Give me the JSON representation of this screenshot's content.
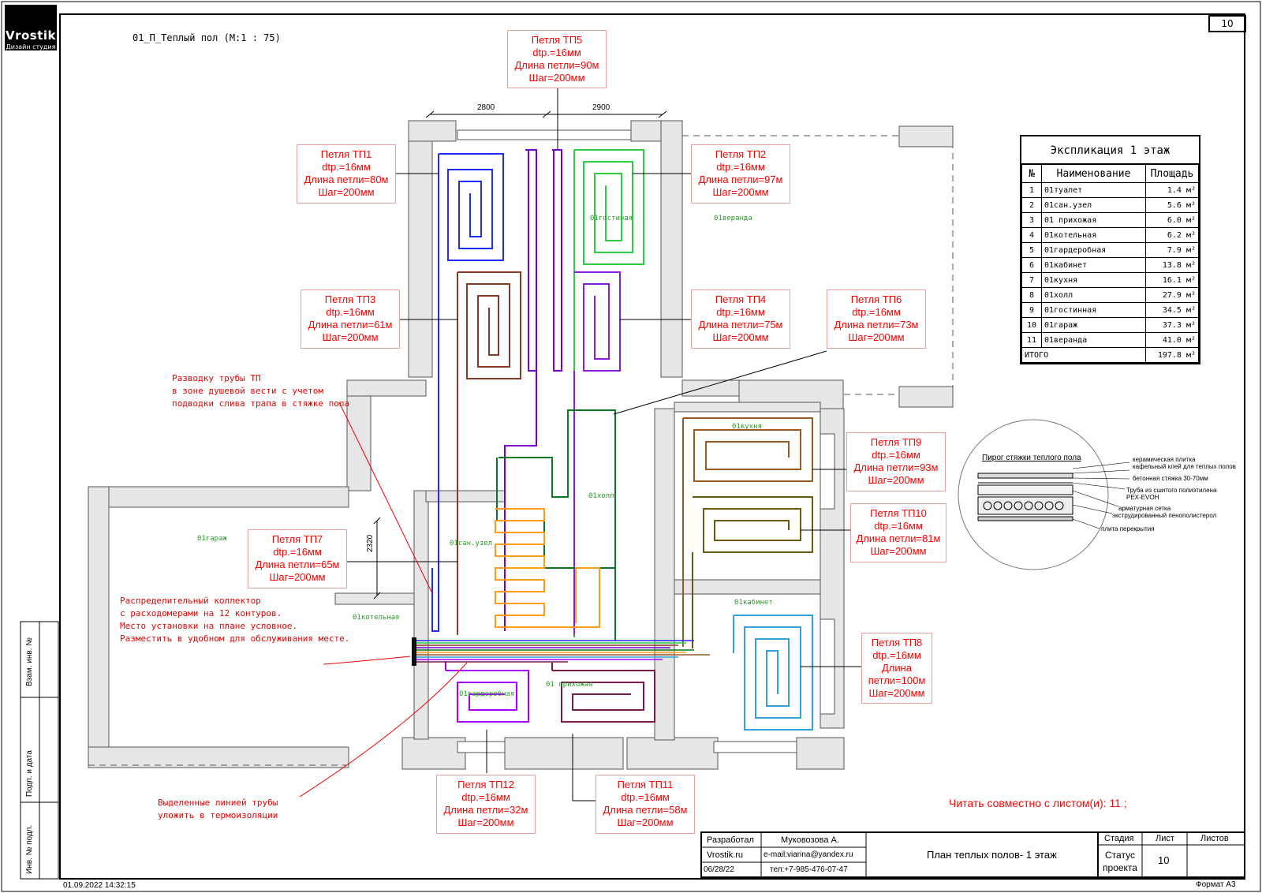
{
  "brand": {
    "name": "Vrostik",
    "subtitle": "Дизайн студия"
  },
  "drawing_title": "01_П_Теплый пол (M:1 : 75)",
  "sheet_number": "10",
  "dimensions": {
    "d1": "2800",
    "d2": "2900",
    "d3": "2320"
  },
  "loops": [
    {
      "id": "tp1",
      "title": "Петля ТП1",
      "lines": [
        "dtp.=16мм",
        "Длина петли=80м",
        "Шаг=200мм"
      ]
    },
    {
      "id": "tp2",
      "title": "Петля ТП2",
      "lines": [
        "dtp.=16мм",
        "Длина петли=97м",
        "Шаг=200мм"
      ]
    },
    {
      "id": "tp3",
      "title": "Петля ТП3",
      "lines": [
        "dtp.=16мм",
        "Длина петли=61м",
        "Шаг=200мм"
      ]
    },
    {
      "id": "tp4",
      "title": "Петля ТП4",
      "lines": [
        "dtp.=16мм",
        "Длина петли=75м",
        "Шаг=200мм"
      ]
    },
    {
      "id": "tp5",
      "title": "Петля ТП5",
      "lines": [
        "dtp.=16мм",
        "Длина петли=90м",
        "Шаг=200мм"
      ]
    },
    {
      "id": "tp6",
      "title": "Петля ТП6",
      "lines": [
        "dtp.=16мм",
        "Длина петли=73м",
        "Шаг=200мм"
      ]
    },
    {
      "id": "tp7",
      "title": "Петля ТП7",
      "lines": [
        "dtp.=16мм",
        "Длина петли=65м",
        "Шаг=200мм"
      ]
    },
    {
      "id": "tp8",
      "title": "Петля ТП8",
      "lines": [
        "dtp.=16мм",
        "Длина",
        "петли=100м",
        "Шаг=200мм"
      ]
    },
    {
      "id": "tp9",
      "title": "Петля ТП9",
      "lines": [
        "dtp.=16мм",
        "Длина петли=93м",
        "Шаг=200мм"
      ]
    },
    {
      "id": "tp10",
      "title": "Петля ТП10",
      "lines": [
        "dtp.=16мм",
        "Длина петли=81м",
        "Шаг=200мм"
      ]
    },
    {
      "id": "tp11",
      "title": "Петля ТП11",
      "lines": [
        "dtp.=16мм",
        "Длина петли=58м",
        "Шаг=200мм"
      ]
    },
    {
      "id": "tp12",
      "title": "Петля ТП12",
      "lines": [
        "dtp.=16мм",
        "Длина петли=32м",
        "Шаг=200мм"
      ]
    }
  ],
  "notes": {
    "shower": "Разводку трубы ТП\nв зоне душевой вести с учетом\nподводки слива трапа в стяжке пола",
    "collector": "Распределительный коллектор\nс расходомерами на 12 контуров.\nМесто установки на плане условное.\nРазместить в удобном для обслуживания месте.",
    "insulation": "Выделенные линией трубы\nуложить в термоизоляции"
  },
  "rooms": {
    "living": "01гостиная",
    "veranda": "01веранда",
    "kitchen": "01кухня",
    "hall": "01холл",
    "garage": "01гараж",
    "bathroom": "01сан.узел",
    "boiler": "01котельная",
    "cabinet": "01кабинет",
    "wardrobe": "01гардеробная",
    "hallway": "01 прихожая"
  },
  "explication": {
    "title": "Экспликация 1 этаж",
    "headers": [
      "№",
      "Наименование",
      "Площадь"
    ],
    "rows": [
      [
        "1",
        "01туалет",
        "1.4 м²"
      ],
      [
        "2",
        "01сан.узел",
        "5.6 м²"
      ],
      [
        "3",
        "01 прихожая",
        "6.0 м²"
      ],
      [
        "4",
        "01котельная",
        "6.2 м²"
      ],
      [
        "5",
        "01гардеробная",
        "7.9 м²"
      ],
      [
        "6",
        "01кабинет",
        "13.8 м²"
      ],
      [
        "7",
        "01кухня",
        "16.1 м²"
      ],
      [
        "8",
        "01холл",
        "27.9 м²"
      ],
      [
        "9",
        "01гостинная",
        "34.5 м²"
      ],
      [
        "10",
        "01гараж",
        "37.3 м²"
      ],
      [
        "11",
        "01веранда",
        "41.0 м²"
      ]
    ],
    "total_label": "ИТОГО",
    "total_value": "197.8 м²"
  },
  "screed_pie": {
    "title": "Пирог стяжки теплого пола",
    "layers": [
      "керамическая плитка",
      "кафельный клей для теплых полов",
      "бетонная стяжка 30-70мм",
      "Труба из сшитого полиэтилена",
      "PEX-EVOH",
      "арматурная сетка",
      "экструдированный пенополистерол",
      "плита перекрытия"
    ]
  },
  "read_with": "Читать совместно с листом(и):  11 ;",
  "title_block": {
    "developer_label": "Разработал",
    "developer_name": "Муковозова А.",
    "site": "Vrostik.ru",
    "email": "e-mail:viarina@yandex.ru",
    "date": "06/28/22",
    "phone": "тел:+7-985-476-07-47",
    "sheet_title": "План теплых полов- 1 этаж",
    "stage_label": "Стадия",
    "sheet_label": "Лист",
    "sheets_label": "Листов",
    "stage_value": "Статус проекта",
    "sheet_value": "10"
  },
  "side_stamp": {
    "c1": "Взам. инв. №",
    "c2": "Подп. и дата",
    "c3": "Инв. № подл."
  },
  "footer": {
    "timestamp": "01.09.2022 14:32:15",
    "format": "Формат А3"
  },
  "colors": {
    "red": "#ff0000",
    "green": "#2a9a2a",
    "blue": "#1f2cff",
    "green_loop": "#2ecc40",
    "purple": "#7b00cc",
    "brown": "#8b3a2a",
    "orange": "#ff9a1a",
    "cyan": "#2fa3d9",
    "darkgreen": "#0a7a22",
    "dark_brown": "#9a5a20"
  }
}
